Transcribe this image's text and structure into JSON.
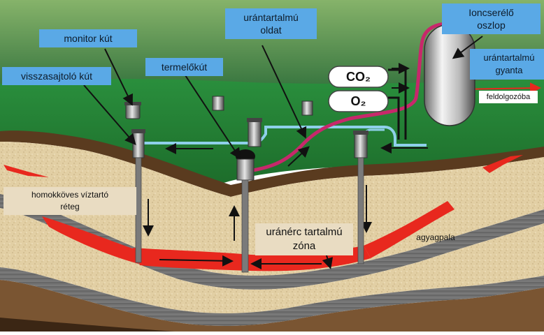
{
  "labels": {
    "monitor_well": "monitor kút",
    "injection_well": "visszasajtoló kút",
    "production_well": "termelőkút",
    "uranium_solution": "urántartalmú\noldat",
    "ion_exchange_column": "Ioncserélő\noszlop",
    "uranium_resin": "urántartalmú\ngyanta",
    "to_processing": "feldolgozóba",
    "sandstone_aquifer": "homokköves víztartó\nréteg",
    "ore_zone": "uránérc tartalmú\nzóna",
    "clay_shale": "agyagpala",
    "co2": "CO₂",
    "o2": "O₂"
  },
  "colors": {
    "sky": "#5b8f3f",
    "grass": "#2f8a3c",
    "sand": "#e4d2aa",
    "rock_brown": "#6b4a2b",
    "shale": "#6e6e6e",
    "ore": "#e8281e",
    "pipe_blue": "#8fd0ea",
    "pipe_red": "#c7286b",
    "label_blue": "#5aa9e6",
    "label_beige": "#e9dcc2"
  }
}
